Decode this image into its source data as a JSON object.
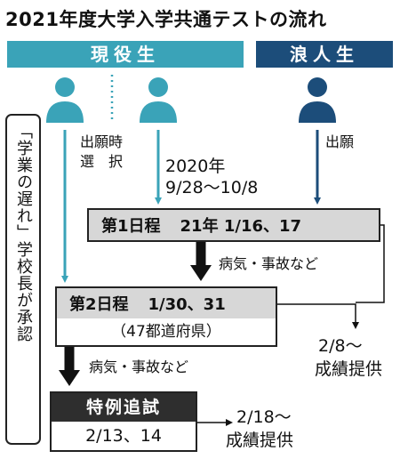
{
  "title": "2021年度大学入学共通テストの流れ",
  "groups": {
    "genekisei": "現役生",
    "ronin": "浪人生"
  },
  "icons": {
    "student_left": "person-icon",
    "student_right": "person-icon",
    "ronin": "person-icon"
  },
  "colors": {
    "genekisei": "#3aa3b8",
    "ronin": "#1c4d7a",
    "person": "#3aa3b8",
    "ronin_person": "#1c4d7a",
    "box_header": "#d7d7d7",
    "tokurei_header": "#2e2e2e"
  },
  "notes": {
    "shutsugan_ji": "出願時",
    "sentaku": "選　択",
    "date_label": "2020年",
    "date_range": "9/28〜10/8",
    "ronin_shutsugan": "出願",
    "side_note": "「学業の遅れ」学校長が承認"
  },
  "steps": {
    "day1": {
      "label": "第1日程",
      "date": "21年 1/16、17"
    },
    "day2": {
      "label": "第2日程",
      "date": "1/30、31",
      "venue": "（47都道府県）"
    },
    "tokurei": {
      "label": "特例追試",
      "date": "2/13、14"
    }
  },
  "transitions": {
    "illness1": "病気・事故など",
    "illness2": "病気・事故など"
  },
  "results": {
    "r1_date": "2/8〜",
    "r1_label": "成績提供",
    "r2_date": "2/18〜",
    "r2_label": "成績提供"
  }
}
